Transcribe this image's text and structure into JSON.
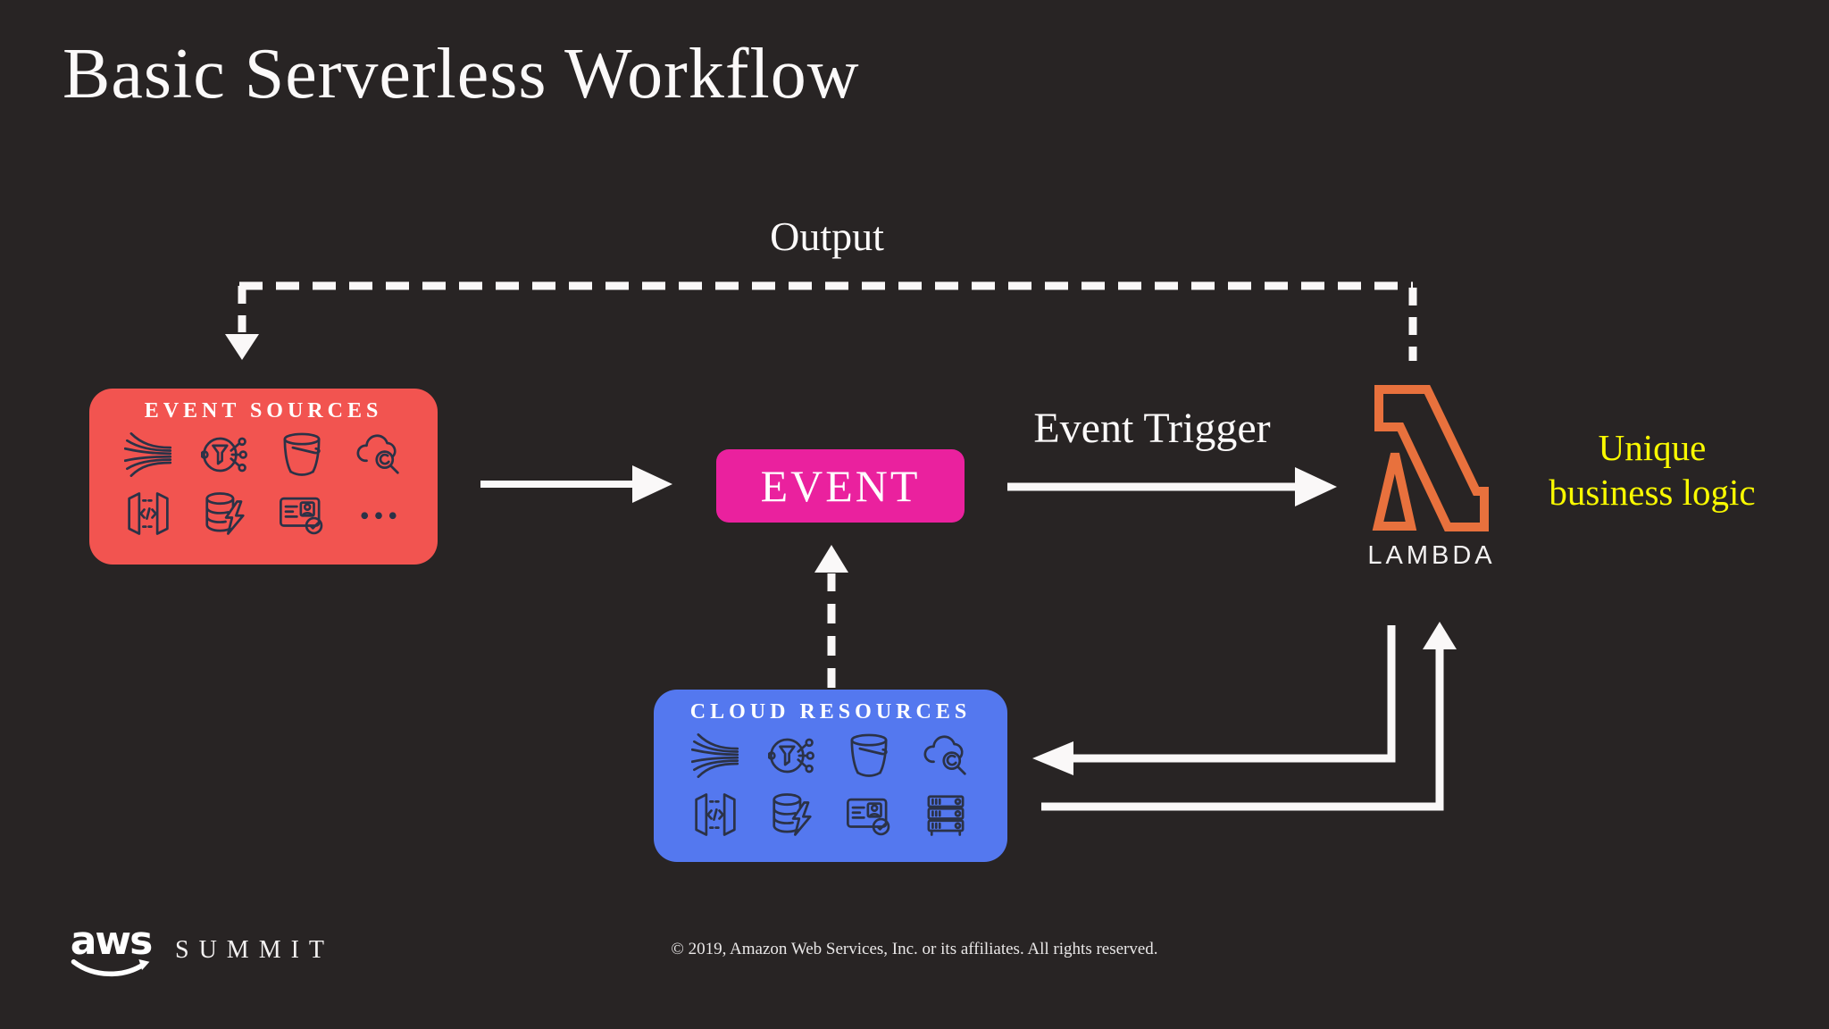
{
  "slide": {
    "title": "Basic Serverless Workflow",
    "background": "#282424"
  },
  "labels": {
    "output": "Output",
    "event_trigger": "Event Trigger",
    "event": "EVENT",
    "lambda": "LAMBDA",
    "unique_line1": "Unique",
    "unique_line2": "business logic"
  },
  "event_sources": {
    "title": "EVENT SOURCES",
    "color": "#F25450",
    "icons": [
      "streams-icon",
      "funnel-network-icon",
      "bucket-icon",
      "cloud-search-icon",
      "api-gateway-icon",
      "database-lightning-icon",
      "id-card-check-icon",
      "ellipsis-icon"
    ]
  },
  "cloud_resources": {
    "title": "CLOUD RESOURCES",
    "color": "#5478EF",
    "icons": [
      "streams-icon",
      "funnel-network-icon",
      "bucket-icon",
      "cloud-search-icon",
      "api-gateway-icon",
      "database-lightning-icon",
      "id-card-check-icon",
      "server-rack-icon"
    ]
  },
  "event_box": {
    "color": "#EA219E"
  },
  "lambda": {
    "color": "#E8713D"
  },
  "colors": {
    "arrow": "#FAF8F8",
    "icon_stroke": "#2B3247",
    "unique_text": "#F9F900"
  },
  "footer": {
    "logo": "aws",
    "brand": "SUMMIT",
    "copyright": "© 2019, Amazon Web Services, Inc. or its affiliates. All rights reserved."
  }
}
